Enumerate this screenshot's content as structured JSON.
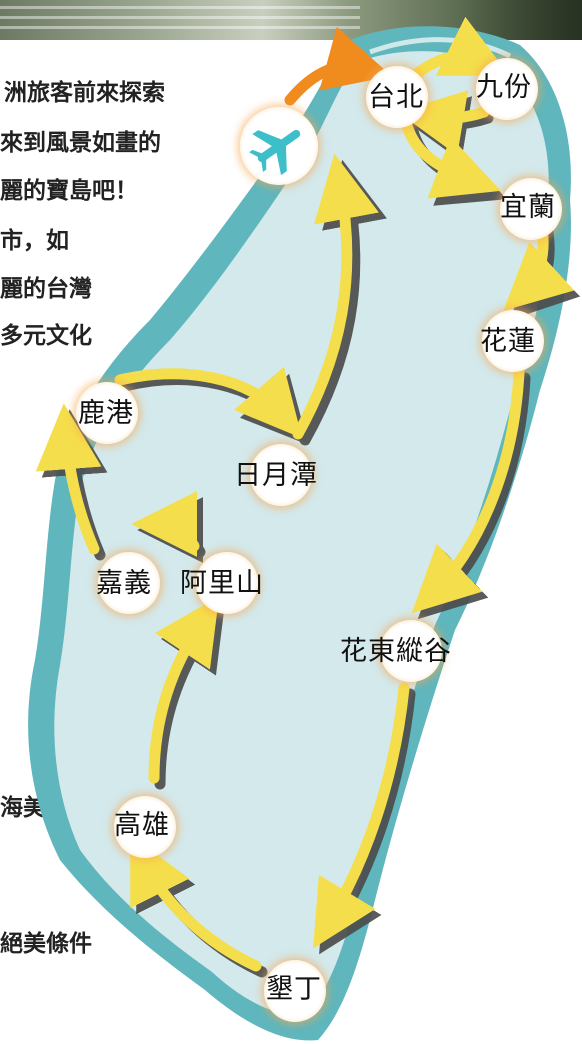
{
  "intro_lines": [
    "洲旅客前來探索",
    "來到風景如畫的",
    "麗的寶島吧！",
    "市，如",
    "麗的台灣",
    "多元文化"
  ],
  "lower_lines": [
    "海美景",
    "絕美條件"
  ],
  "airport_icon": "airplane-icon",
  "route_colors": {
    "arrow": "#f5de4b",
    "shadow": "#4a4a4a",
    "start_arrow": "#f08c1e"
  },
  "map_colors": {
    "land": "#d3e9ec",
    "coast": "#5fb6bd"
  },
  "locations": {
    "taipei": "台北",
    "jiufen": "九份",
    "yilan": "宜蘭",
    "hualien": "花蓮",
    "east_rift_valley": "花東縱谷",
    "kenting": "墾丁",
    "kaohsiung": "高雄",
    "chiayi": "嘉義",
    "alishan": "阿里山",
    "lukang": "鹿港",
    "sun_moon_lake": "日月潭"
  }
}
